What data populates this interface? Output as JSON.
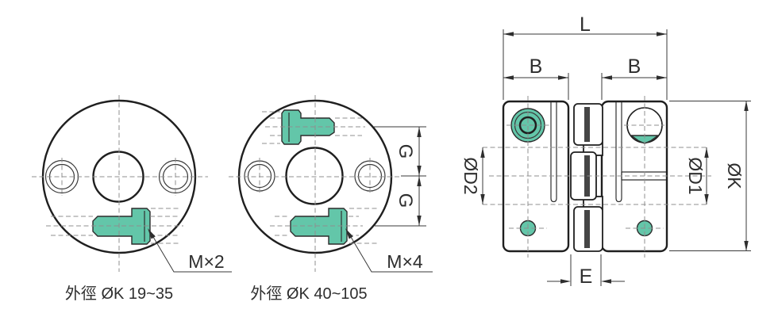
{
  "colors": {
    "accent_green": "#63c6a9",
    "outline": "#1f1f1f",
    "dim_line": "#3a3a3a",
    "centerline_gray": "#8f8f8f",
    "spacer_dark": "#454545",
    "text": "#2e2e2e"
  },
  "front_view_small": {
    "screw_label": "M×2",
    "caption": "外徑 ØK 19~35"
  },
  "front_view_large": {
    "screw_label": "M×4",
    "caption": "外徑 ØK 40~105",
    "dim_g_upper": "G",
    "dim_g_lower": "G"
  },
  "side_view": {
    "dim_length": "L",
    "dim_width_left": "B",
    "dim_width_right": "B",
    "dim_bore_left": "ØD2",
    "dim_bore_right": "ØD1",
    "dim_outer": "ØK",
    "dim_gap": "E"
  }
}
